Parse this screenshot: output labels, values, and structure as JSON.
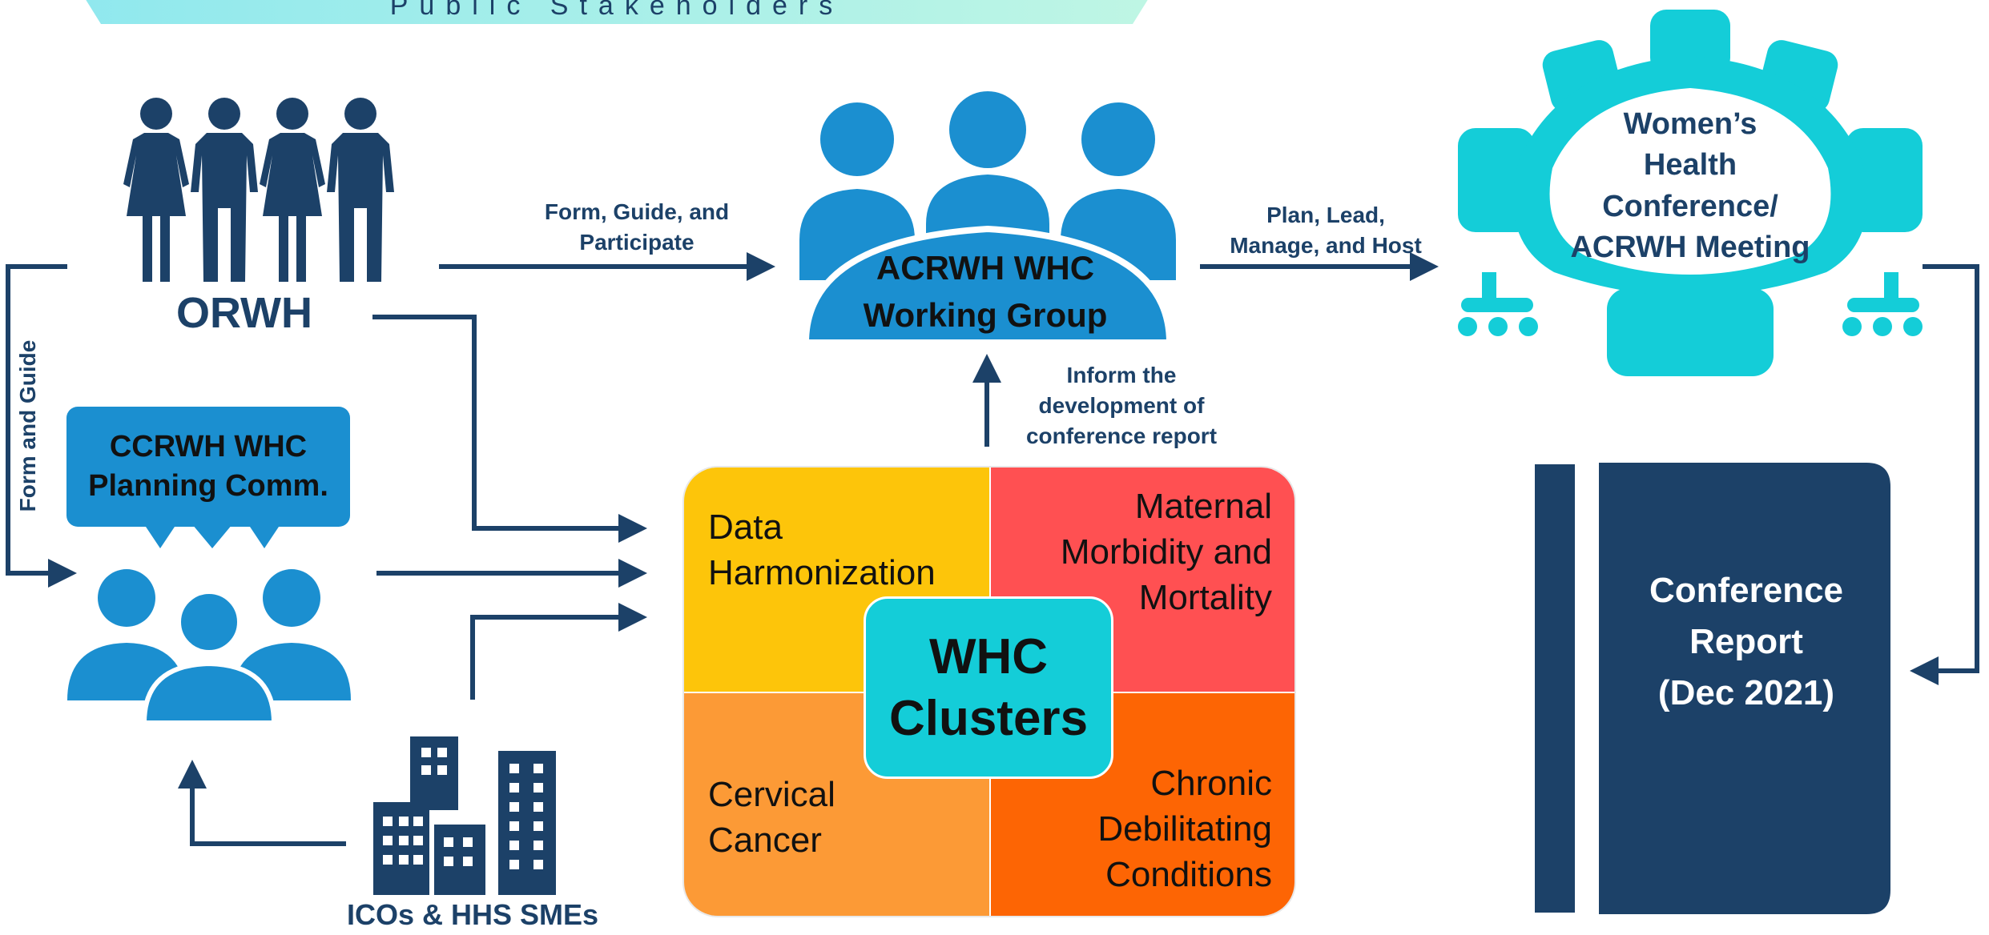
{
  "header": {
    "stakeholders_label": "Public Stakeholders"
  },
  "nodes": {
    "orwh": "ORWH",
    "ccrwh_line1": "CCRWH WHC",
    "ccrwh_line2": "Planning Comm.",
    "icos": "ICOs & HHS SMEs",
    "working_group_line1": "ACRWH WHC",
    "working_group_line2": "Working Group",
    "conference_line1": "Women’s",
    "conference_line2": "Health",
    "conference_line3": "Conference/",
    "conference_line4": "ACRWH Meeting",
    "report_line1": "Conference",
    "report_line2": "Report",
    "report_line3": "(Dec 2021)"
  },
  "edges": {
    "form_guide_participate_line1": "Form, Guide, and",
    "form_guide_participate_line2": "Participate",
    "plan_lead_line1": "Plan, Lead,",
    "plan_lead_line2": "Manage, and Host",
    "inform_line1": "Inform the",
    "inform_line2": "development of",
    "inform_line3": "conference report",
    "form_and_guide": "Form and Guide"
  },
  "clusters": {
    "center_line1": "WHC",
    "center_line2": "Clusters",
    "data_line1": "Data",
    "data_line2": "Harmonization",
    "maternal_line1": "Maternal",
    "maternal_line2": "Morbidity and",
    "maternal_line3": "Mortality",
    "cervical_line1": "Cervical",
    "cervical_line2": "Cancer",
    "chronic_line1": "Chronic",
    "chronic_line2": "Debilitating",
    "chronic_line3": "Conditions"
  },
  "colors": {
    "navy": "#1c4168",
    "blue": "#1b8fd0",
    "cyan": "#14cdd8",
    "yellow": "#fdc50a",
    "red": "#ff5052",
    "light_orange": "#fc9a36",
    "orange": "#fd6504"
  },
  "icons": [
    "people-group-icon",
    "speech-bubble-icon",
    "audience-icon",
    "buildings-icon",
    "meeting-table-icon",
    "report-book-icon"
  ]
}
